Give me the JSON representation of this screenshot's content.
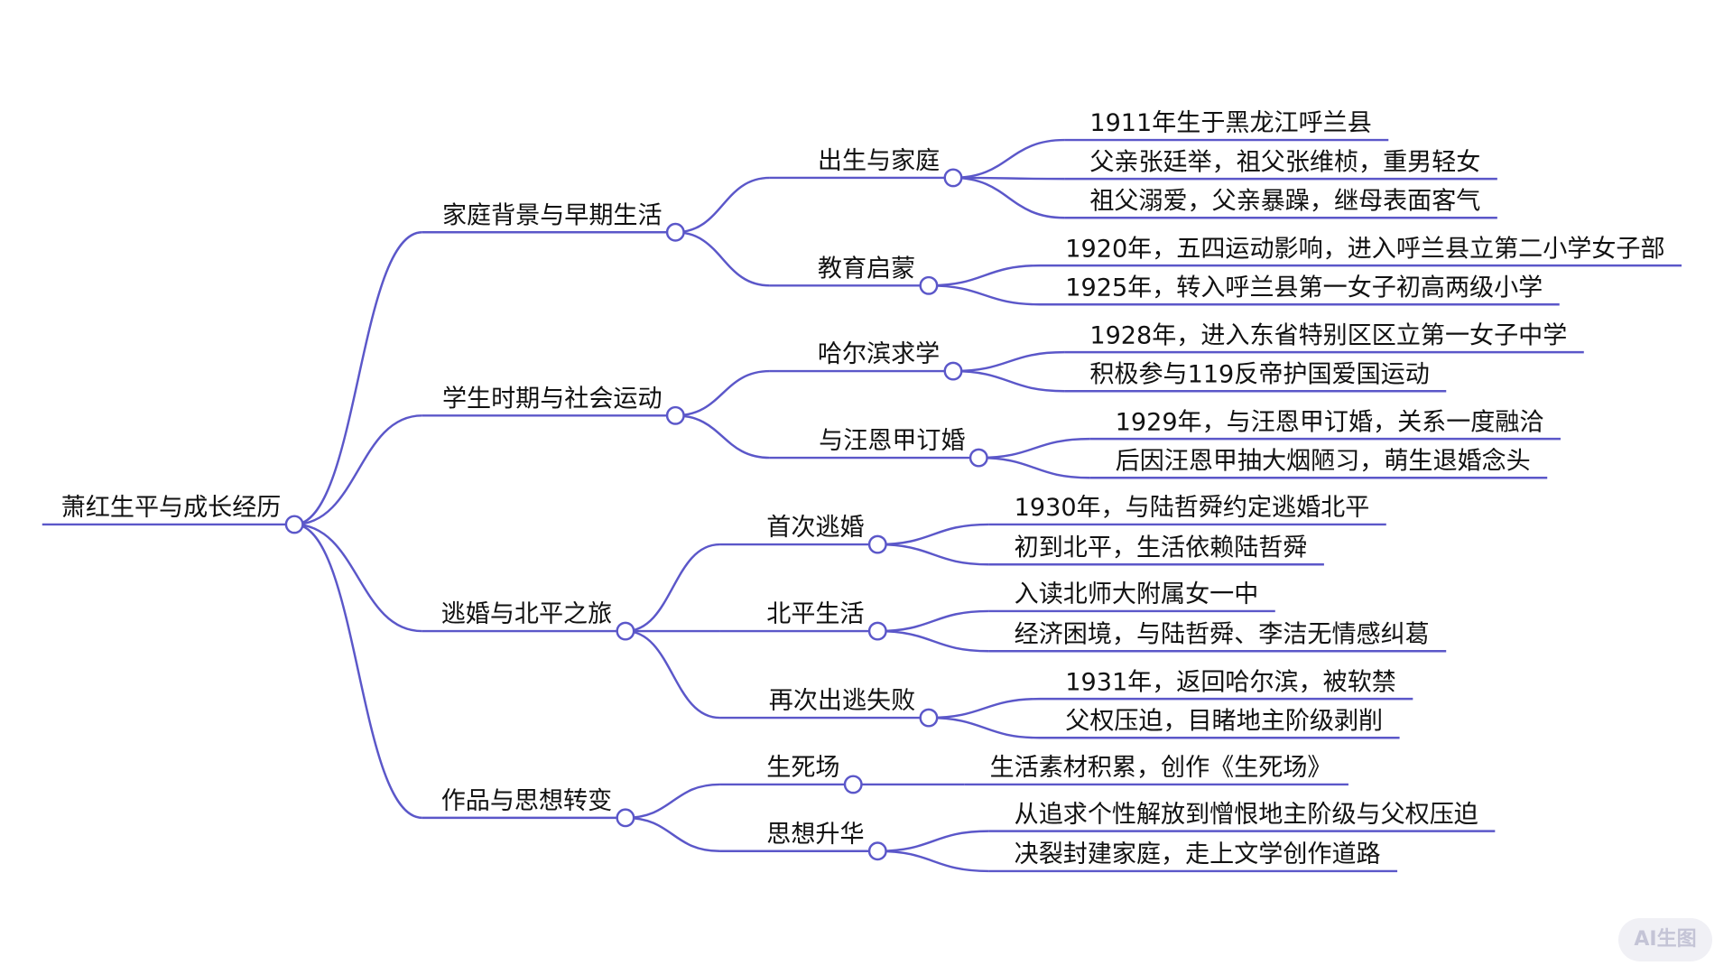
{
  "colors": {
    "branch": "#5b57c9",
    "text": "#111111"
  },
  "mindmap": {
    "root": "萧红生平与成长经历",
    "branches": [
      {
        "label": "家庭背景与早期生活",
        "children": [
          {
            "label": "出生与家庭",
            "leaves": [
              "1911年生于黑龙江呼兰县",
              "父亲张廷举，祖父张维桢，重男轻女",
              "祖父溺爱，父亲暴躁，继母表面客气"
            ]
          },
          {
            "label": "教育启蒙",
            "leaves": [
              "1920年，五四运动影响，进入呼兰县立第二小学女子部",
              "1925年，转入呼兰县第一女子初高两级小学"
            ]
          }
        ]
      },
      {
        "label": "学生时期与社会运动",
        "children": [
          {
            "label": "哈尔滨求学",
            "leaves": [
              "1928年，进入东省特别区区立第一女子中学",
              "积极参与119反帝护国爱国运动"
            ]
          },
          {
            "label": "与汪恩甲订婚",
            "leaves": [
              "1929年，与汪恩甲订婚，关系一度融洽",
              "后因汪恩甲抽大烟陋习，萌生退婚念头"
            ]
          }
        ]
      },
      {
        "label": "逃婚与北平之旅",
        "children": [
          {
            "label": "首次逃婚",
            "leaves": [
              "1930年，与陆哲舜约定逃婚北平",
              "初到北平，生活依赖陆哲舜"
            ]
          },
          {
            "label": "北平生活",
            "leaves": [
              "入读北师大附属女一中",
              "经济困境，与陆哲舜、李洁无情感纠葛"
            ]
          },
          {
            "label": "再次出逃失败",
            "leaves": [
              "1931年，返回哈尔滨，被软禁",
              "父权压迫，目睹地主阶级剥削"
            ]
          }
        ]
      },
      {
        "label": "作品与思想转变",
        "children": [
          {
            "label": "生死场",
            "leaves": [
              "生活素材积累，创作《生死场》"
            ]
          },
          {
            "label": "思想升华",
            "leaves": [
              "从追求个性解放到憎恨地主阶级与父权压迫",
              "决裂封建家庭，走上文学创作道路"
            ]
          }
        ]
      }
    ]
  },
  "watermark": "AI生图"
}
